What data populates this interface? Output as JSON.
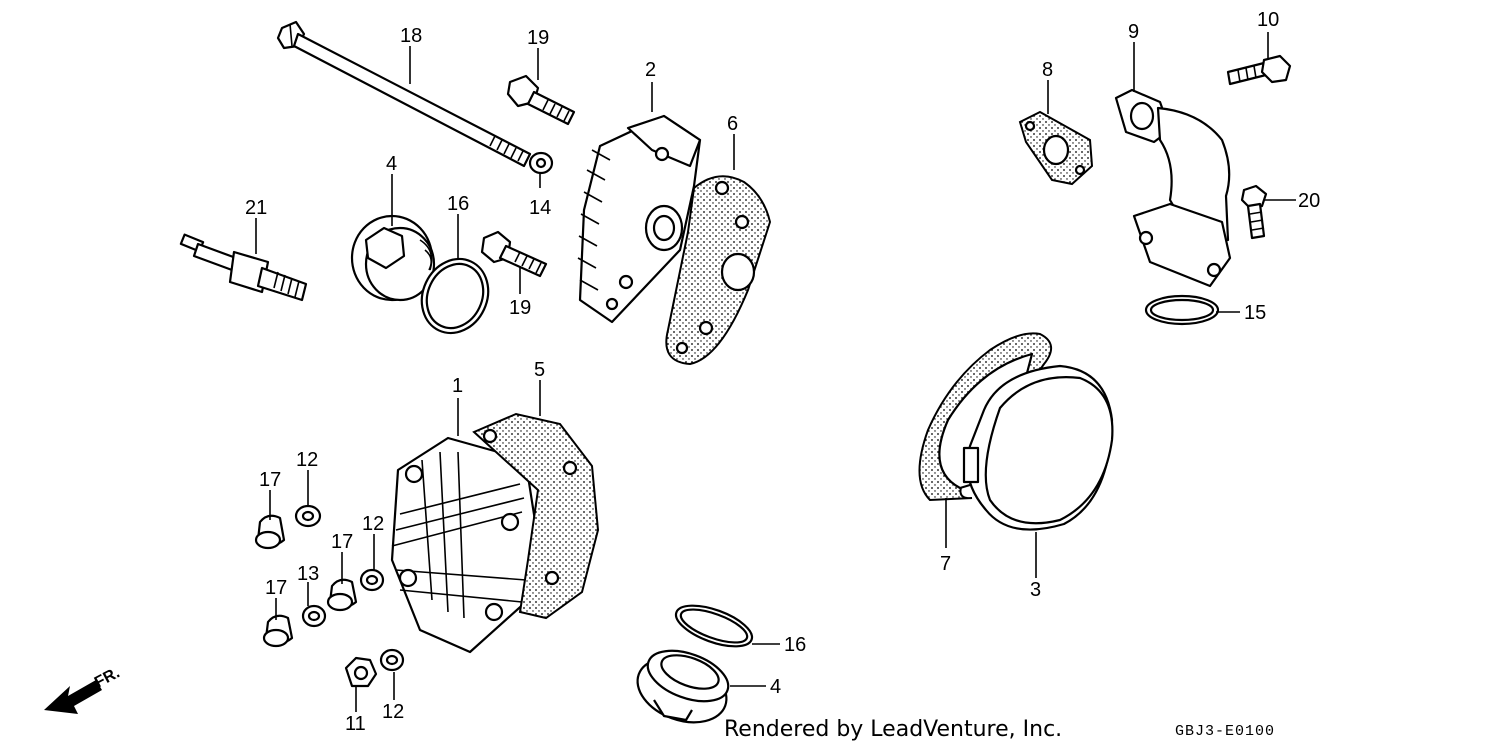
{
  "callouts": {
    "c1": "1",
    "c2": "2",
    "c3": "3",
    "c4a": "4",
    "c4b": "4",
    "c5": "5",
    "c6": "6",
    "c7": "7",
    "c8": "8",
    "c9": "9",
    "c10": "10",
    "c11": "11",
    "c12a": "12",
    "c12b": "12",
    "c12c": "12",
    "c13": "13",
    "c14": "14",
    "c15": "15",
    "c16a": "16",
    "c16b": "16",
    "c17a": "17",
    "c17b": "17",
    "c17c": "17",
    "c18": "18",
    "c19a": "19",
    "c19b": "19",
    "c20": "20",
    "c21": "21"
  },
  "direction_label": "FR.",
  "credit": "Rendered by LeadVenture, Inc.",
  "diagram_code": "GBJ3-E0100"
}
